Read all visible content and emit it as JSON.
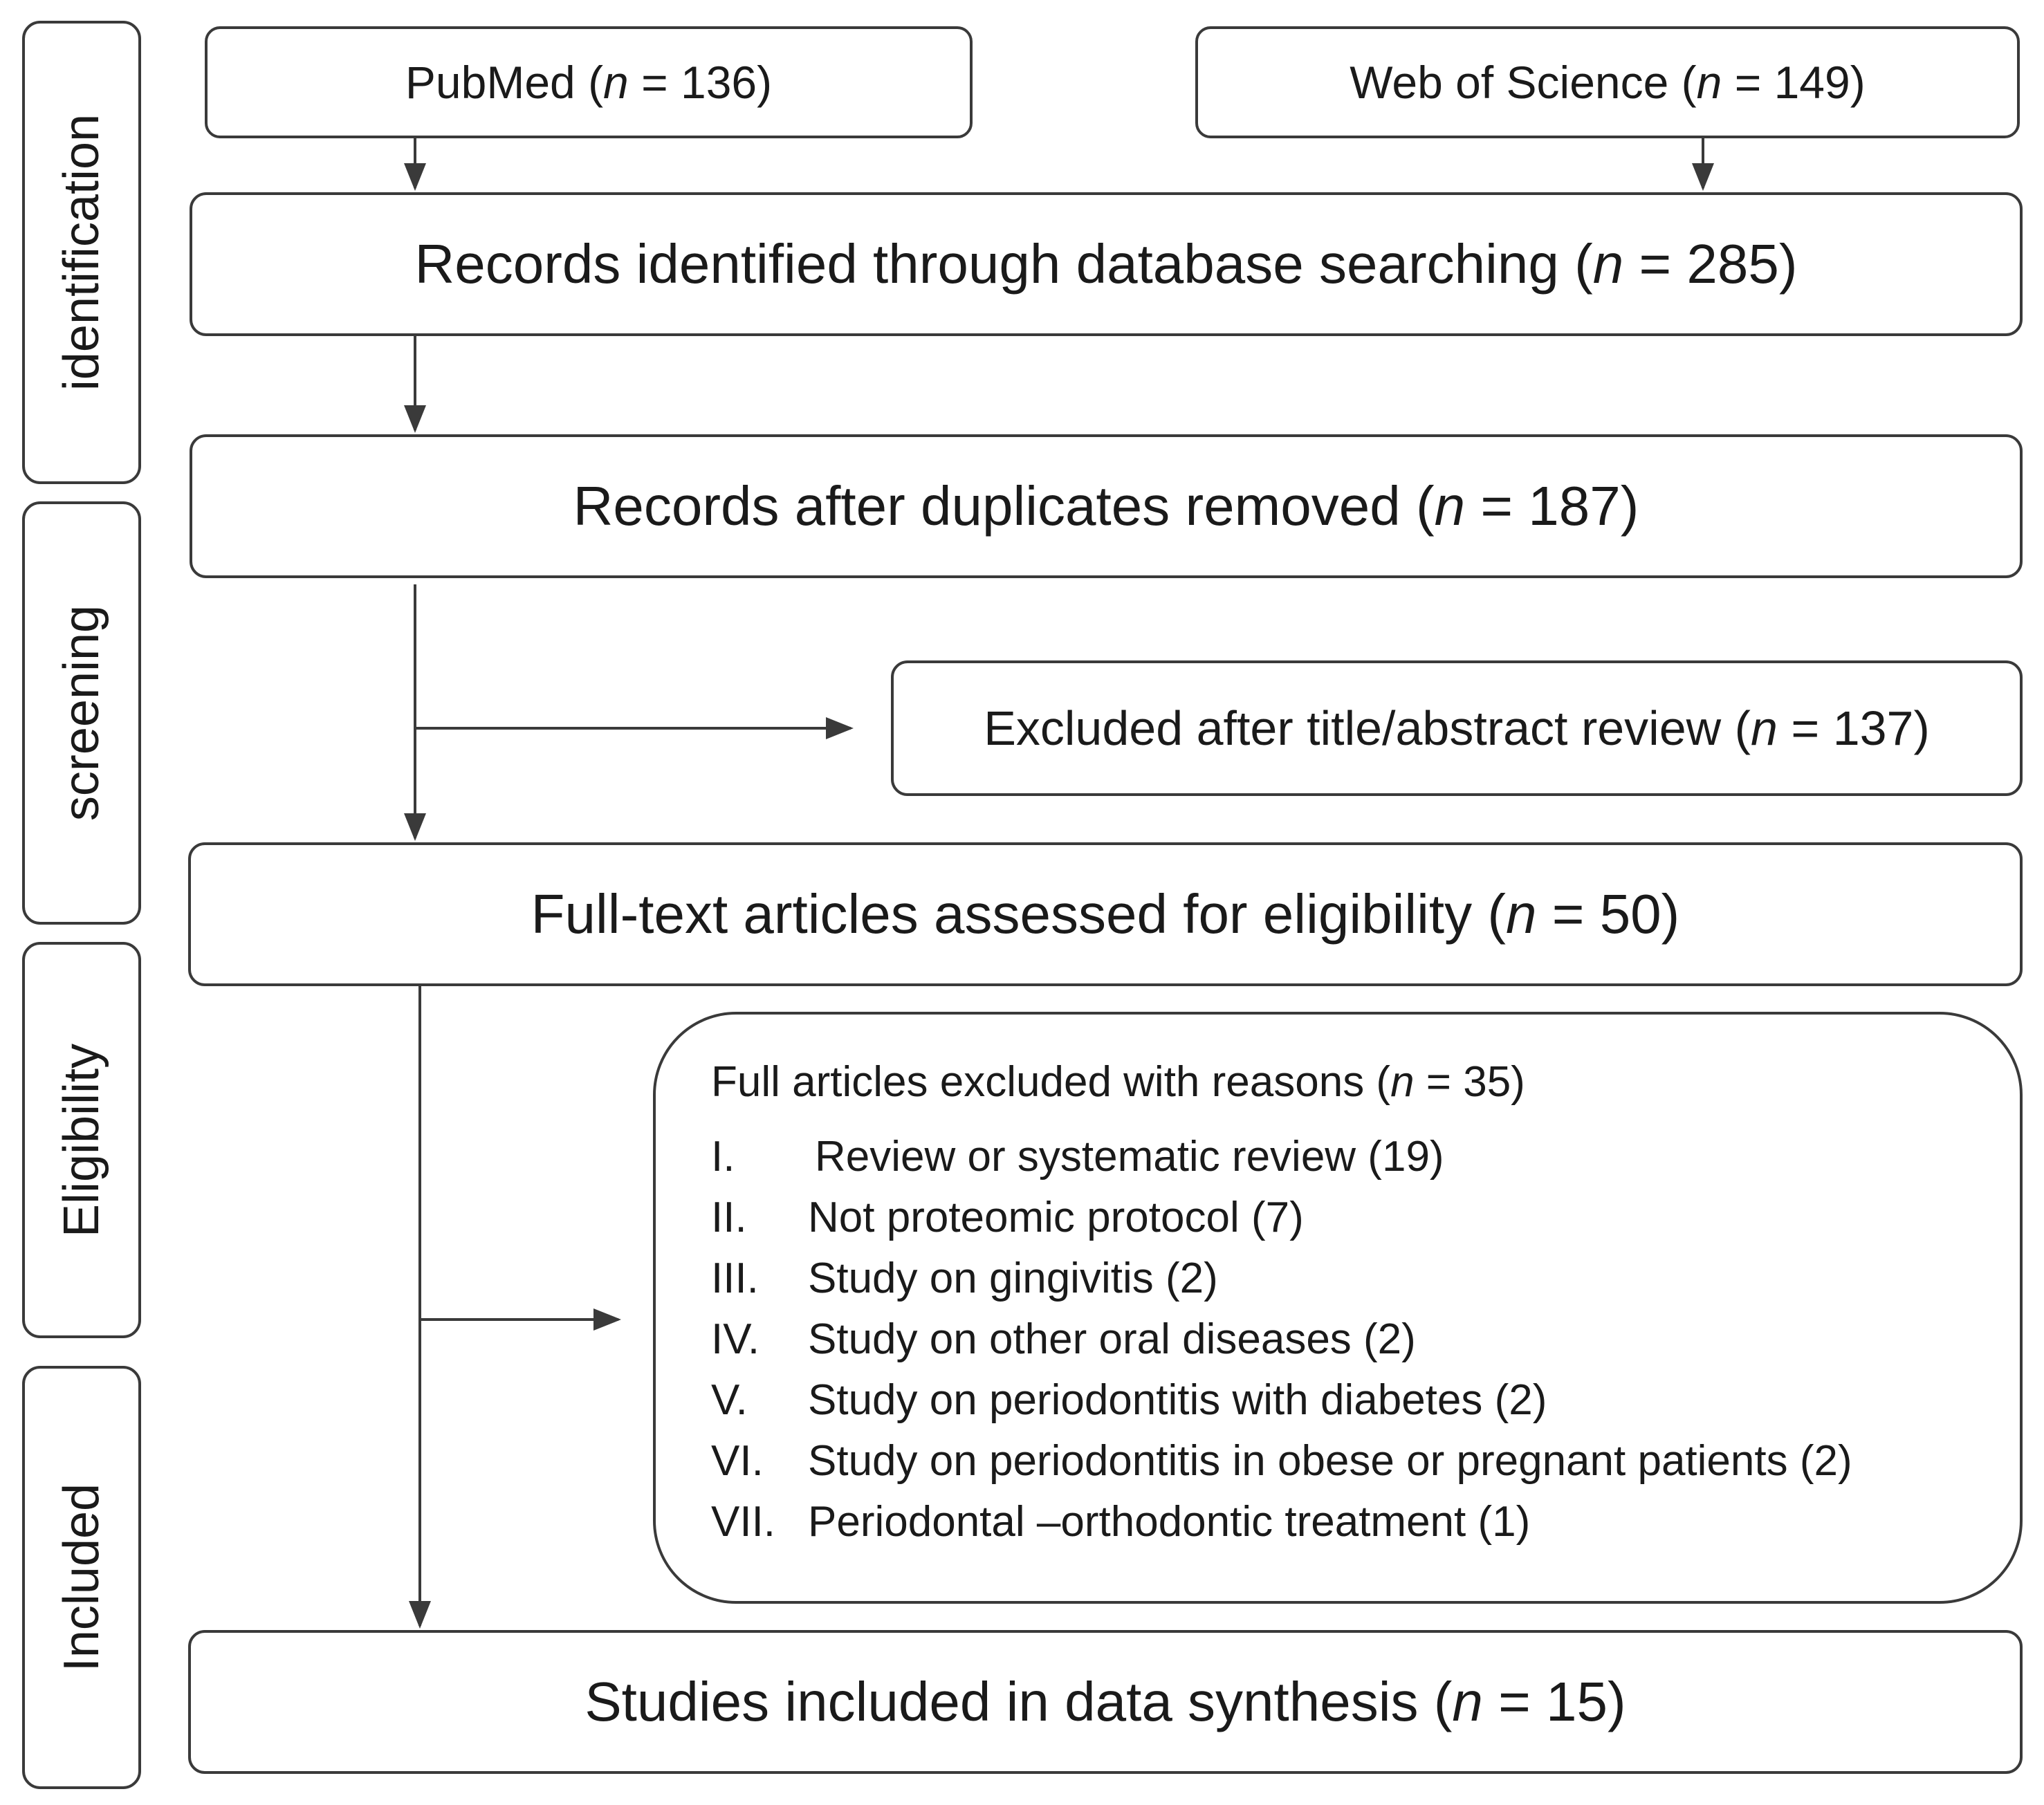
{
  "stages": {
    "identification": "identification",
    "screening": "screening",
    "eligibility": "Eligibility",
    "included": "Included"
  },
  "n_symbol": "n",
  "sources": {
    "pubmed": {
      "prefix": "PubMed (",
      "suffix": " = 136)",
      "count": 136
    },
    "wos": {
      "prefix": "Web of Science (",
      "suffix": " = 149)",
      "count": 149
    }
  },
  "boxes": {
    "identified": {
      "prefix": "Records identified through database searching (",
      "suffix": " = 285)",
      "count": 285
    },
    "deduplicated": {
      "prefix": "Records after duplicates removed (",
      "suffix": " = 187)",
      "count": 187
    },
    "excluded_screening": {
      "prefix": "Excluded after title/abstract review (",
      "suffix": " = 137)",
      "count": 137
    },
    "full_text": {
      "prefix": "Full-text articles assessed for eligibility (",
      "suffix": " = 50)",
      "count": 50
    },
    "included": {
      "prefix": "Studies included in data synthesis (",
      "suffix": " = 15)",
      "count": 15
    }
  },
  "exclusions": {
    "title_prefix": "Full articles excluded with reasons (",
    "title_suffix": " = 35)",
    "total": 35,
    "reasons": [
      {
        "numeral": "I.",
        "text": "Review or systematic review (19)",
        "count": 19
      },
      {
        "numeral": "II.",
        "text": "Not proteomic protocol (7)",
        "count": 7
      },
      {
        "numeral": "III.",
        "text": "Study on gingivitis (2)",
        "count": 2
      },
      {
        "numeral": "IV.",
        "text": "Study on other oral diseases (2)",
        "count": 2
      },
      {
        "numeral": "V.",
        "text": "Study on periodontitis with diabetes (2)",
        "count": 2
      },
      {
        "numeral": "VI.",
        "text": "Study on periodontitis in obese or pregnant patients (2)",
        "count": 2
      },
      {
        "numeral": "VII.",
        "text": "Periodontal –orthodontic treatment (1)",
        "count": 1
      }
    ]
  }
}
